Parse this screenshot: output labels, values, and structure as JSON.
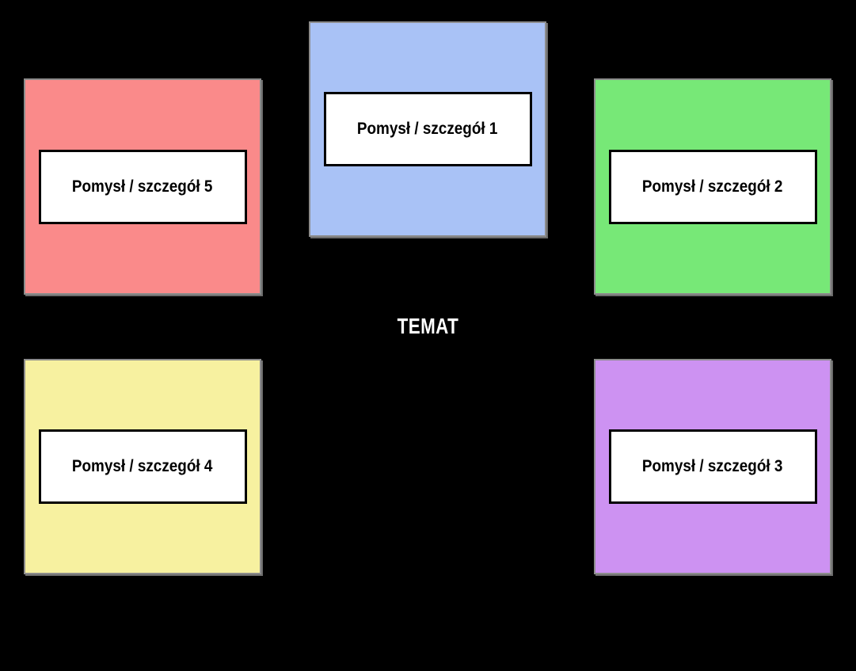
{
  "canvas": {
    "background": "#000000"
  },
  "center": {
    "label": "TEMAT",
    "color": "#FFFFFF"
  },
  "cells": [
    {
      "label": "Pomysł / szczegół 1",
      "fill": "#A9C2F6"
    },
    {
      "label": "Pomysł / szczegół 2",
      "fill": "#77E877"
    },
    {
      "label": "Pomysł / szczegół 3",
      "fill": "#CD92F2"
    },
    {
      "label": "Pomysł / szczegół 4",
      "fill": "#F7F1A0"
    },
    {
      "label": "Pomysł / szczegół 5",
      "fill": "#FA8A8A"
    }
  ],
  "styles": {
    "cell_border": "#8C8C8C",
    "cell_shadow": "#6C6C6C",
    "label_box_background": "#FFFFFF",
    "label_box_border": "#000000",
    "label_text_color": "#000000"
  }
}
